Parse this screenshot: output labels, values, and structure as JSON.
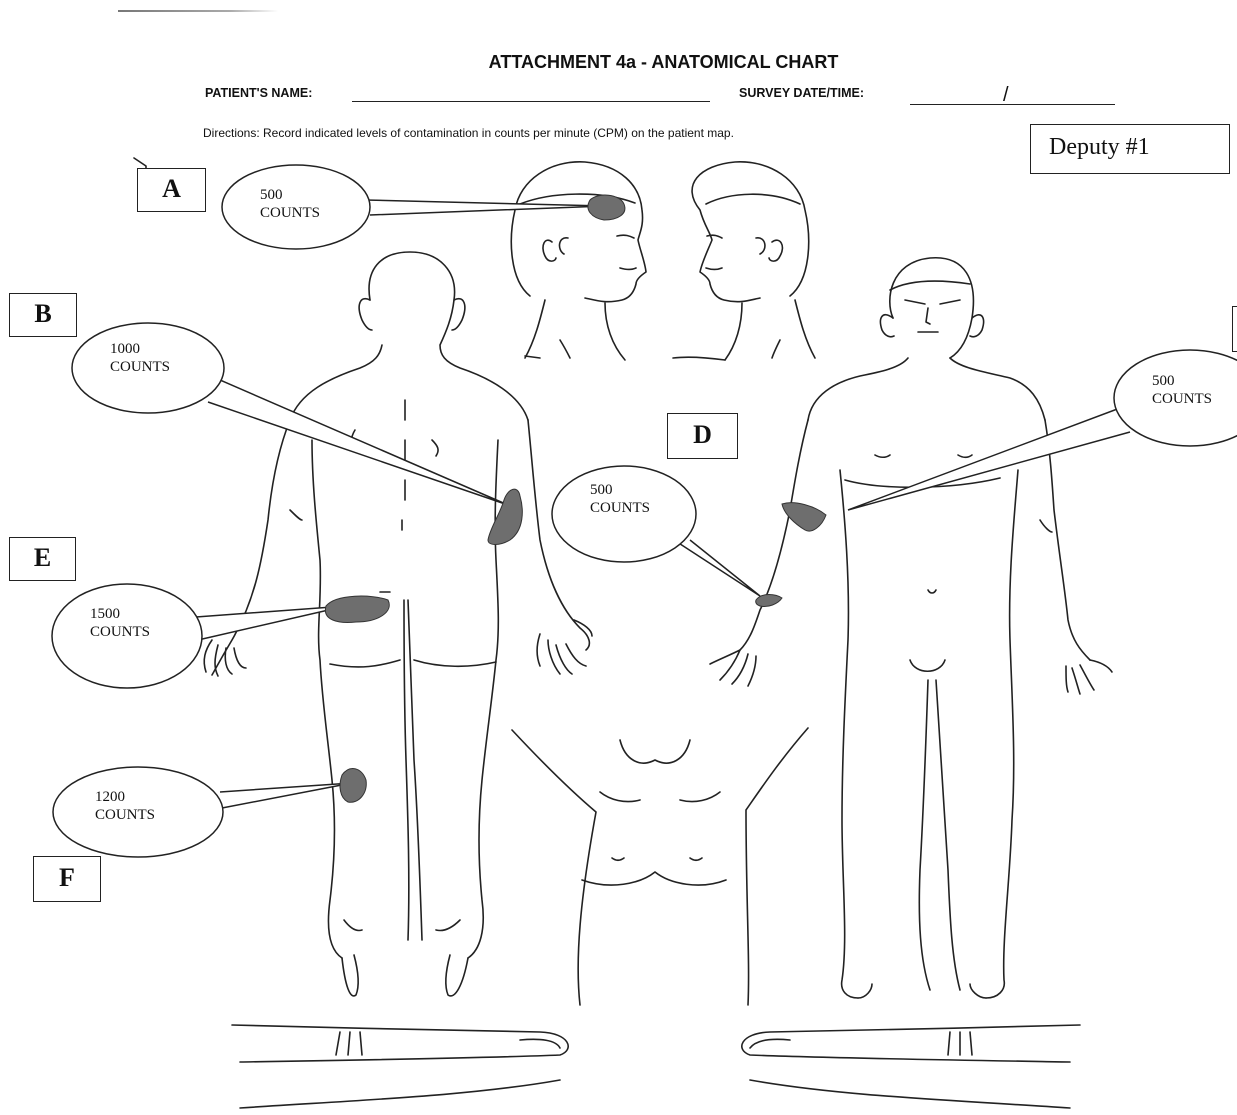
{
  "header": {
    "title": "ATTACHMENT 4a - ANATOMICAL CHART",
    "patient_label": "PATIENT'S NAME:",
    "survey_label": "SURVEY DATE/TIME:",
    "survey_slash": "/",
    "directions": "Directions:  Record indicated levels of contamination in counts per minute (CPM) on the patient map.",
    "deputy": "Deputy #1"
  },
  "zones": {
    "a": "A",
    "b": "B",
    "d": "D",
    "e": "E",
    "f": "F"
  },
  "readings": {
    "head": {
      "value": "500",
      "unit": "COUNTS"
    },
    "back_elbow": {
      "value": "1000",
      "unit": "COUNTS"
    },
    "front_arm": {
      "value": "500",
      "unit": "COUNTS"
    },
    "wrist": {
      "value": "500",
      "unit": "COUNTS"
    },
    "buttock": {
      "value": "1500",
      "unit": "COUNTS"
    },
    "knee": {
      "value": "1200",
      "unit": "COUNTS"
    }
  },
  "colors": {
    "ink": "#222222",
    "contamination_spot": "#6e6e6e"
  }
}
